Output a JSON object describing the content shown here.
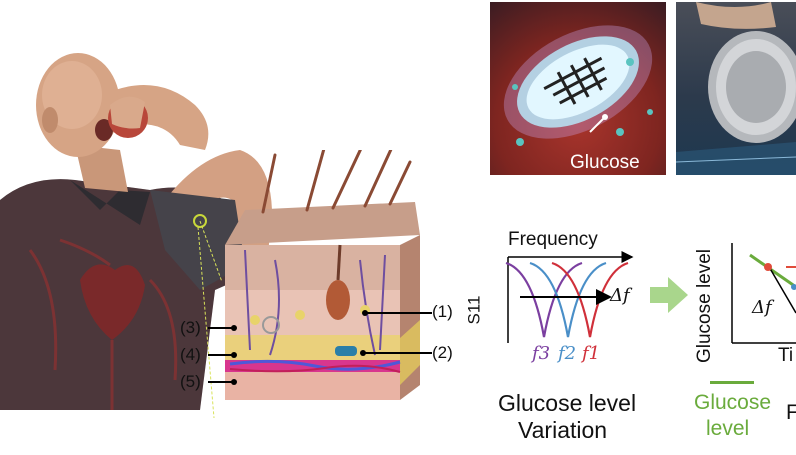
{
  "panel_illustration": {
    "layer_labels_right": [
      "(1)",
      "(2)"
    ],
    "layer_labels_left": [
      "(3)",
      "(4)",
      "(5)"
    ]
  },
  "panel_sensor_photo": {
    "glucose_label": "Glucose"
  },
  "panel_s11": {
    "x_axis_label": "Frequency",
    "y_axis_label": "S11",
    "delta_label": "Δf",
    "f3_label": "f3",
    "f2_label": "f2",
    "f1_label": "f1",
    "caption_line1": "Glucose level",
    "caption_line2": "Variation",
    "curve_colors": {
      "f3": "#7b3fa0",
      "f2": "#4a8fc8",
      "f1": "#d0303a"
    }
  },
  "panel_glucose_plot": {
    "y_axis_label": "Glucose level",
    "x_axis_label_partial": "Ti",
    "delta_label": "Δf",
    "legend_line1": "Glucose",
    "legend_line2": "level",
    "legend_partial_letter": "F",
    "legend_color": "#6aab3c"
  }
}
